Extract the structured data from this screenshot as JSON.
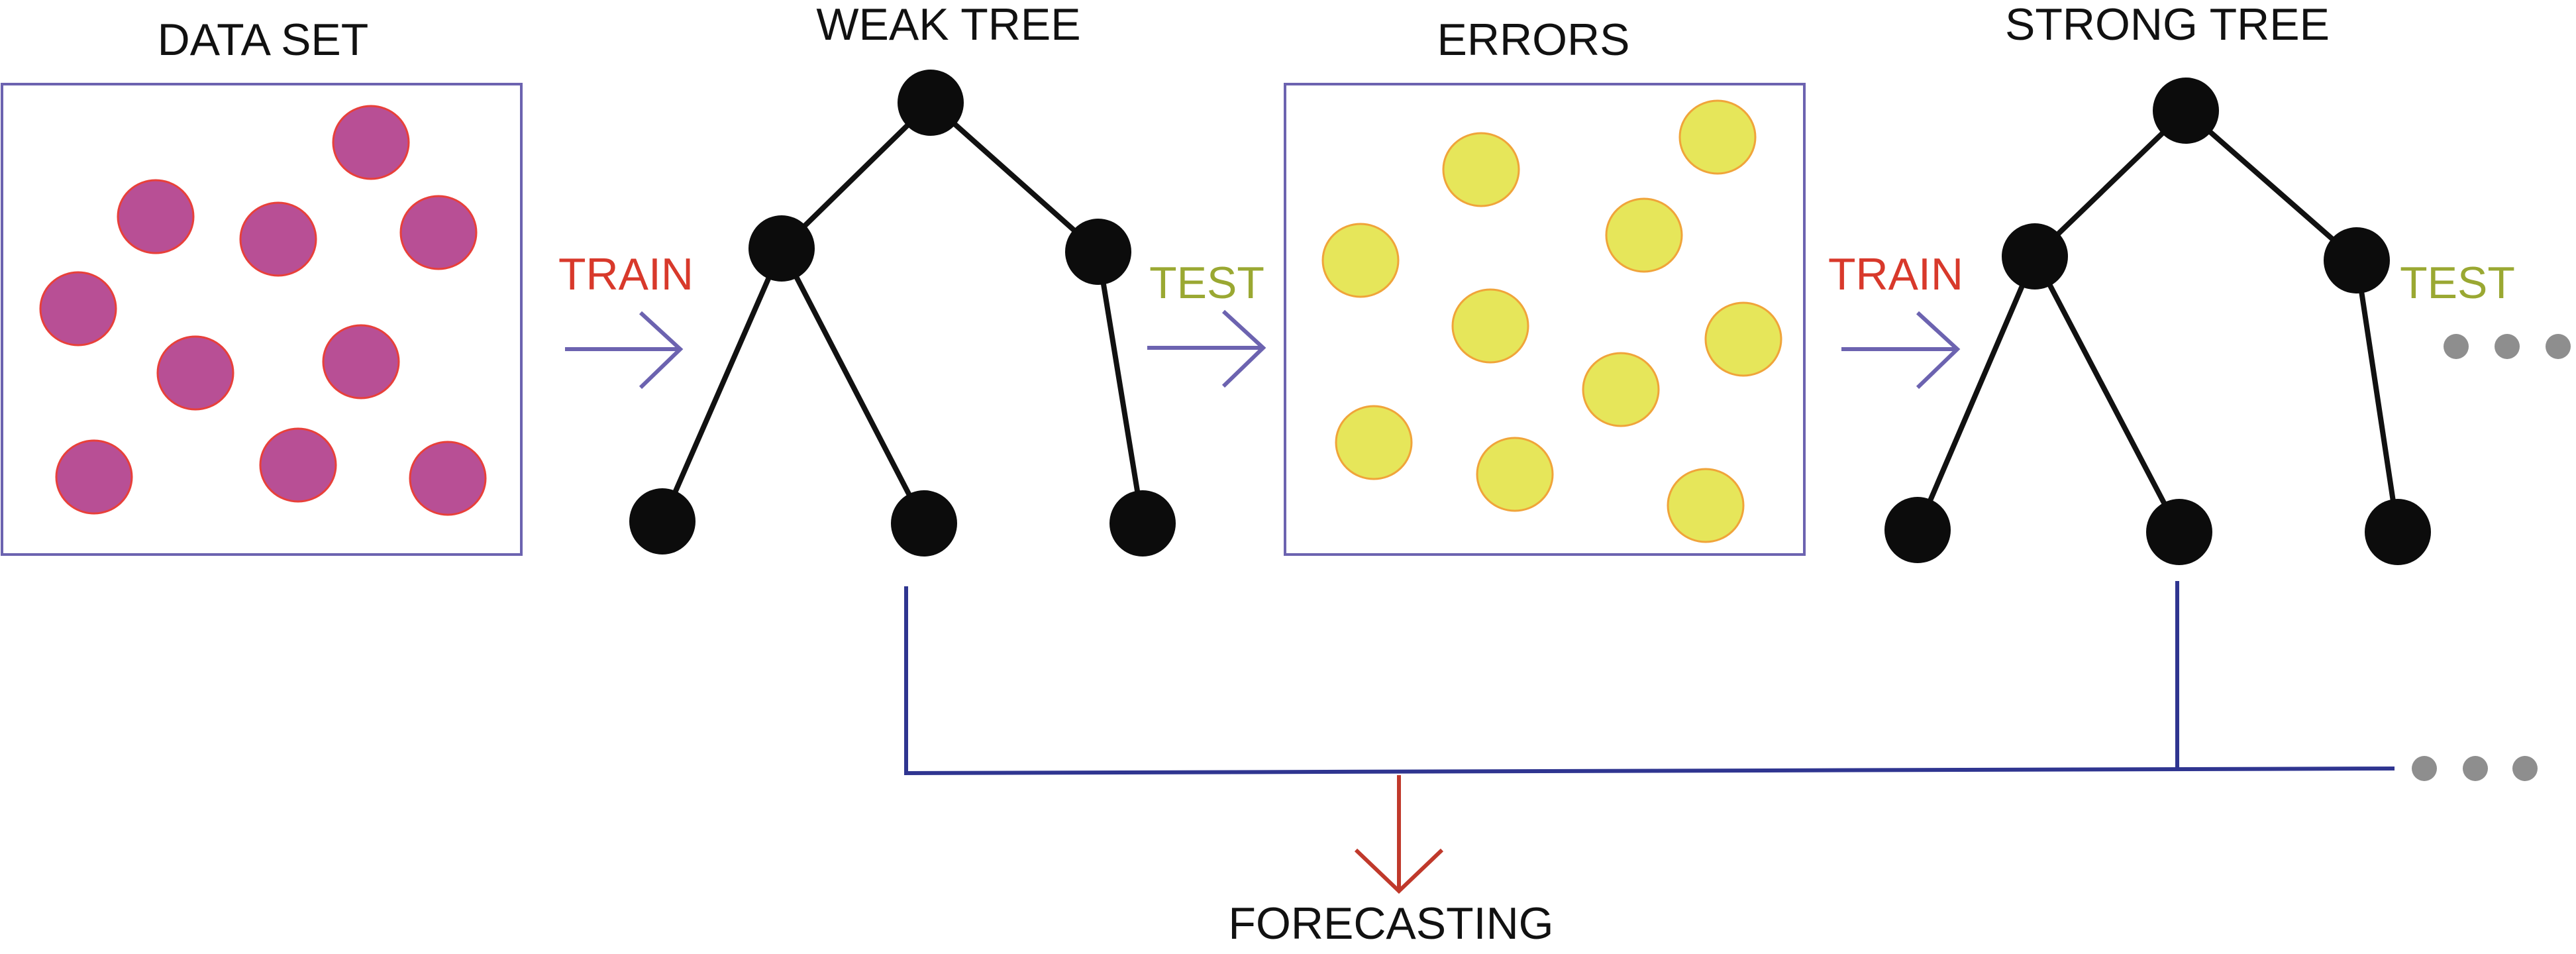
{
  "labels": {
    "data_set": "DATA SET",
    "weak_tree": "WEAK TREE",
    "errors": "ERRORS",
    "strong_tree": "STRONG TREE",
    "train_1": "TRAIN",
    "test_1": "TEST",
    "train_2": "TRAIN",
    "test_2": "TEST",
    "forecasting": "FORECASTING"
  },
  "colors": {
    "data_points": "#b84f95",
    "error_points": "#e6e65a",
    "train_text": "#d8392b",
    "test_text": "#9aa832",
    "flow_arrows": "#6c63b0",
    "bus_line": "#2f3590",
    "forecast_arrow": "#c0392b",
    "tree_nodes": "#0c0c0c",
    "continuation_dots": "#8e8e8e"
  }
}
